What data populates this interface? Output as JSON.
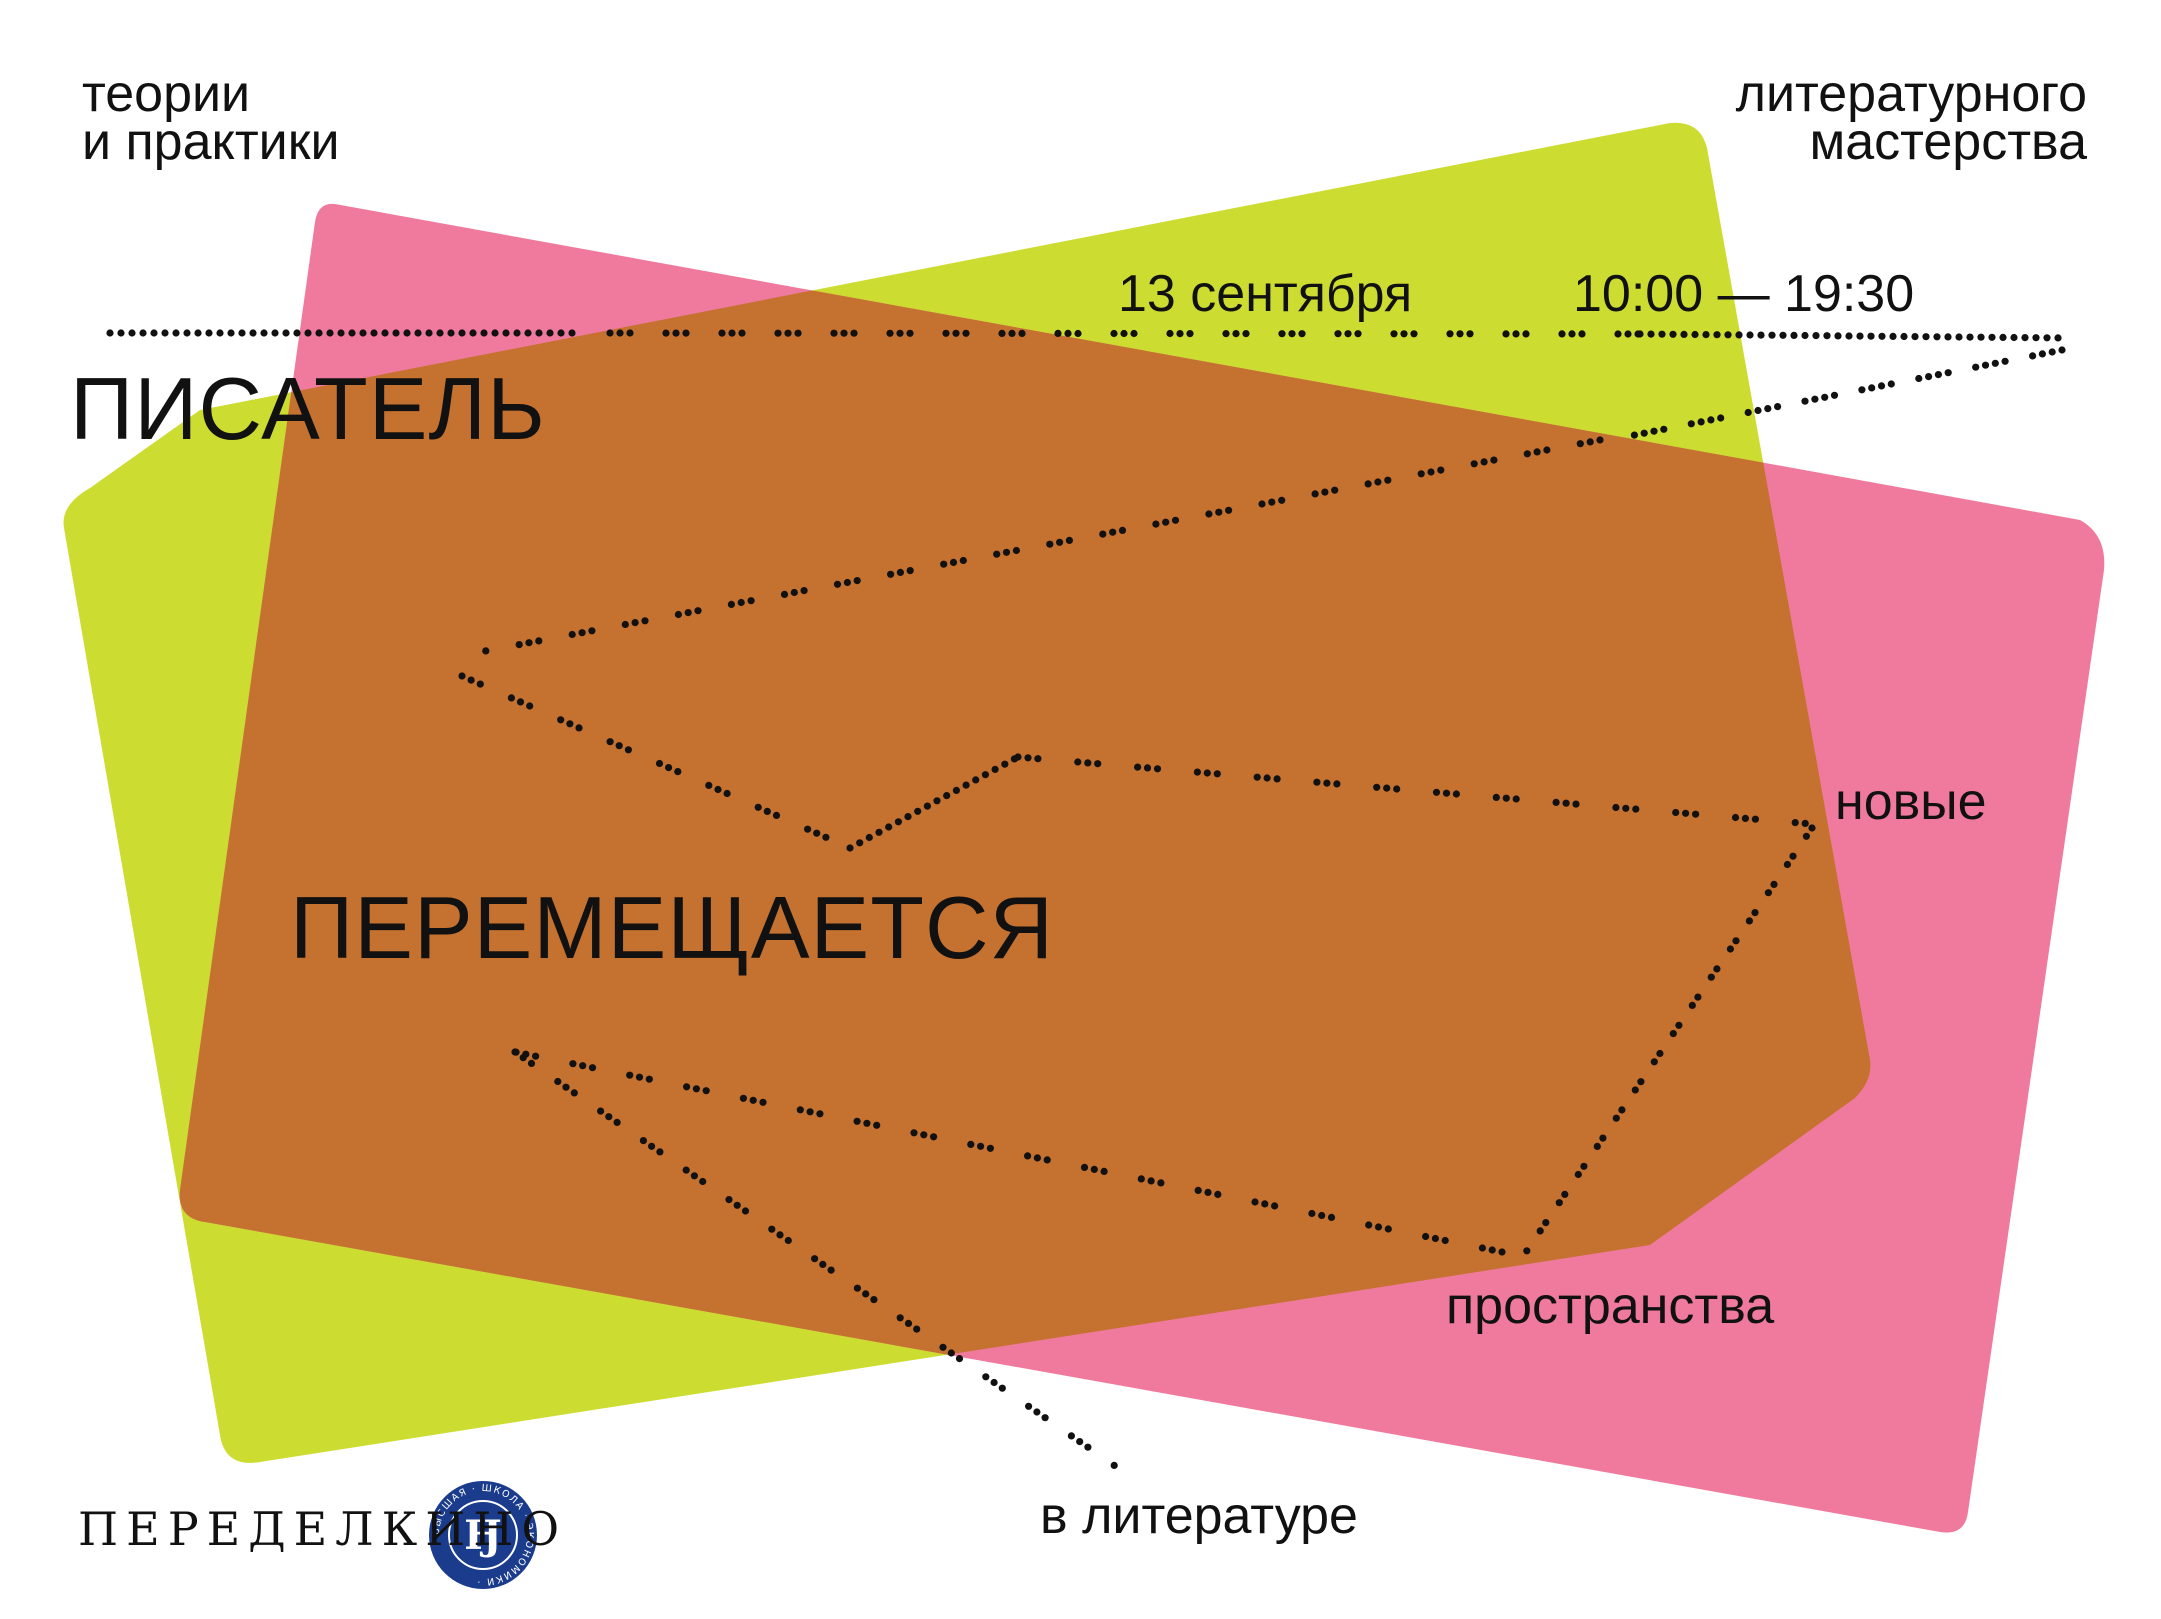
{
  "colors": {
    "pink": "#F07A9D",
    "lime": "#CDDC30",
    "overlap": "#C57130",
    "dots": "#111111",
    "hse_navy": "#1B3C8C"
  },
  "header": {
    "left_line1": "теории",
    "left_line2": "и практики",
    "right_line1": "литературного",
    "right_line2": "мастерства"
  },
  "event": {
    "date": "13 сентября",
    "time": "10:00 — 19:30"
  },
  "words": {
    "writer": "ПИСАТЕЛЬ",
    "moves": "ПЕРЕМЕЩАЕТСЯ",
    "new": "новые",
    "spaces": "пространства",
    "in_literature": "в литературе"
  },
  "logos": {
    "peredelkino": "ПЕРЕДЕЛКИНО",
    "hse_icon": "hse-emblem-icon",
    "hse_ring_text": "ВЫСШАЯ · ШКОЛА · ЭКОНОМИКИ ·"
  }
}
